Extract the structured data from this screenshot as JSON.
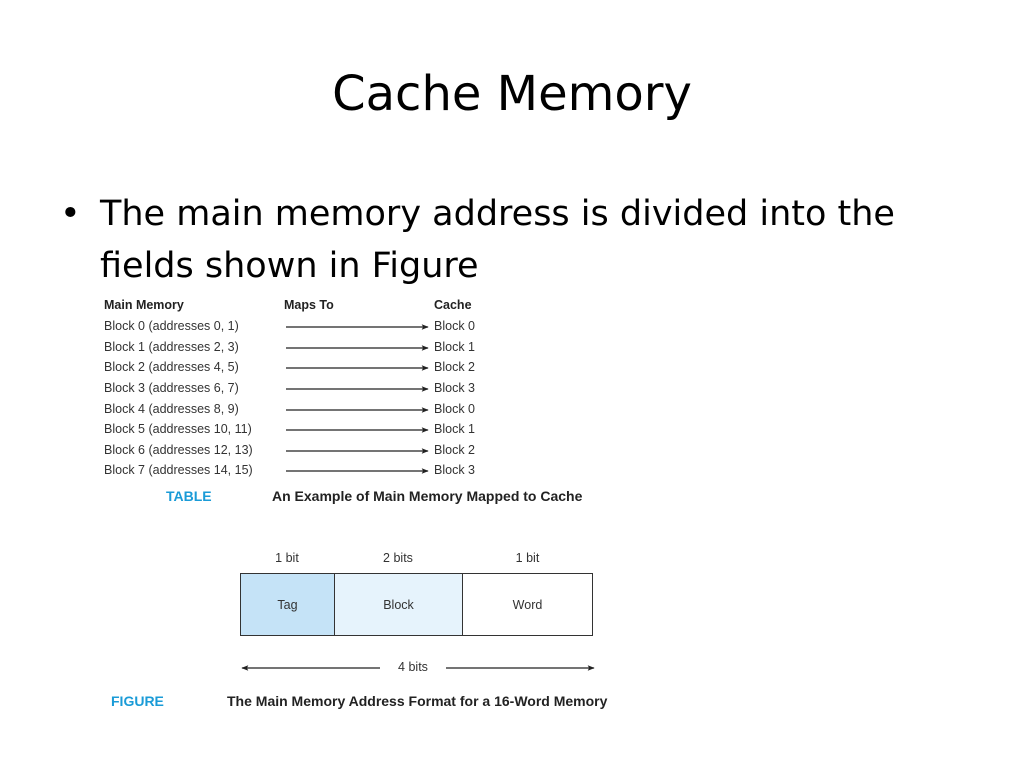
{
  "slide": {
    "title": "Cache Memory",
    "bullet": "•",
    "bullet_text": "The main memory address is divided into the fields shown in Figure"
  },
  "table": {
    "headers": {
      "main_memory": "Main Memory",
      "maps_to": "Maps To",
      "cache": "Cache"
    },
    "rows": [
      {
        "main": "Block 0 (addresses 0, 1)",
        "cache": "Block 0"
      },
      {
        "main": "Block 1 (addresses 2, 3)",
        "cache": "Block 1"
      },
      {
        "main": "Block 2 (addresses 4, 5)",
        "cache": "Block 2"
      },
      {
        "main": "Block 3 (addresses 6, 7)",
        "cache": "Block 3"
      },
      {
        "main": "Block 4 (addresses 8, 9)",
        "cache": "Block 0"
      },
      {
        "main": "Block 5 (addresses 10, 11)",
        "cache": "Block 1"
      },
      {
        "main": "Block 6 (addresses 12, 13)",
        "cache": "Block 2"
      },
      {
        "main": "Block 7 (addresses 14, 15)",
        "cache": "Block 3"
      }
    ],
    "caption_label": "TABLE",
    "caption_text": "An Example of Main Memory Mapped to Cache"
  },
  "figure": {
    "fields": [
      {
        "name": "Tag",
        "bits": "1 bit",
        "color": "#c5e3f7"
      },
      {
        "name": "Block",
        "bits": "2 bits",
        "color": "#e6f3fc"
      },
      {
        "name": "Word",
        "bits": "1 bit",
        "color": "#ffffff"
      }
    ],
    "total_label": "4 bits",
    "caption_label": "FIGURE",
    "caption_text": "The Main Memory Address Format for a 16-Word Memory"
  }
}
